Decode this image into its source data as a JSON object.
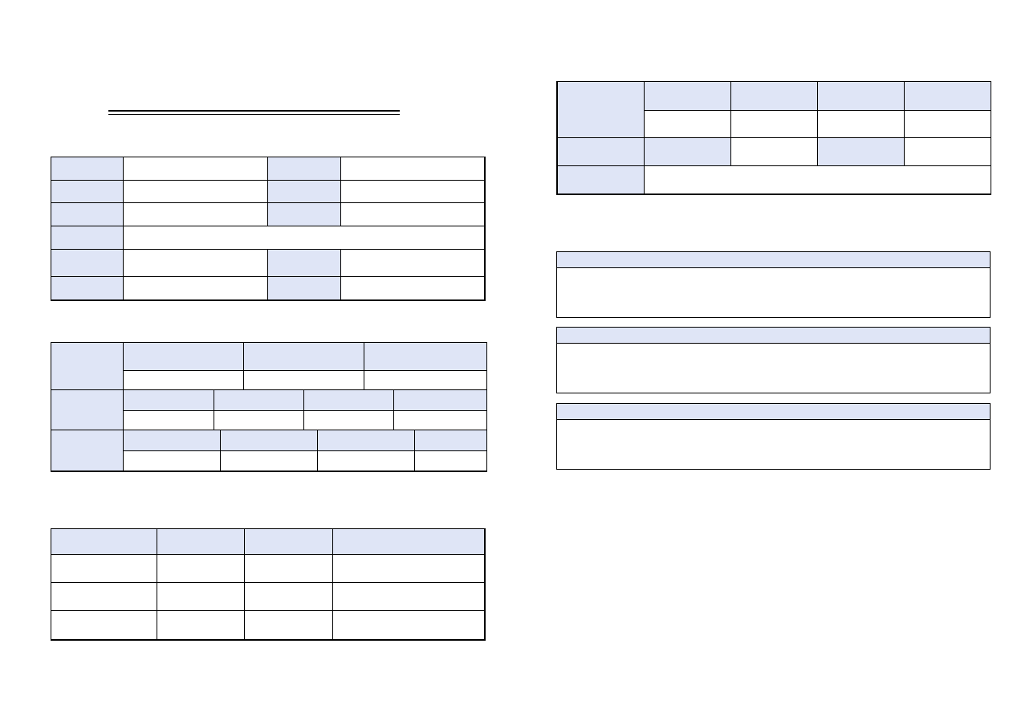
{
  "document": {
    "title": "",
    "form_tables": [
      {
        "name": "basic-info",
        "rows": 6
      },
      {
        "name": "scores",
        "rows": 3
      },
      {
        "name": "experience",
        "rows": 4
      },
      {
        "name": "family",
        "rows": 3
      }
    ],
    "sections": [
      {
        "heading": "",
        "body": ""
      },
      {
        "heading": "",
        "body": ""
      },
      {
        "heading": "",
        "body": ""
      }
    ]
  },
  "colors": {
    "header_fill": "#dfe5f6",
    "border": "#000000",
    "background": "#ffffff"
  }
}
